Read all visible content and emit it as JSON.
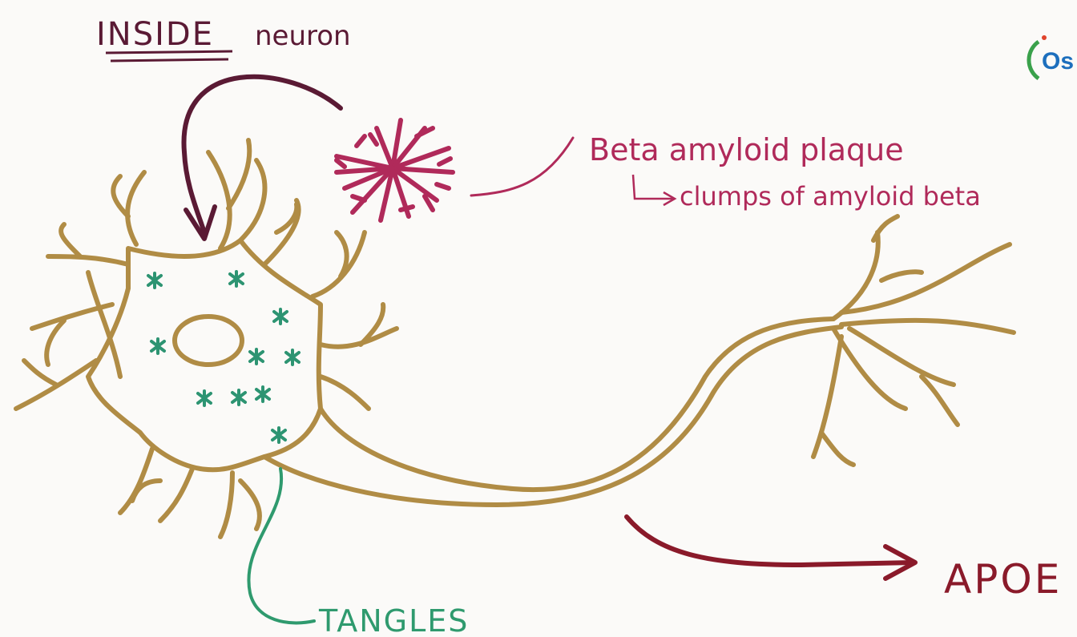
{
  "labels": {
    "inside_strong": "INSIDE",
    "inside_rest": "neuron",
    "plaque_title": "Beta amyloid plaque",
    "plaque_sub": "clumps of amyloid beta",
    "tangles": "TANGLES",
    "apoe": "APOE"
  },
  "logo": {
    "text": "Os"
  },
  "colors": {
    "neuron": "#b08c45",
    "plaque": "#b02a5a",
    "tangles": "#2d9472",
    "inside": "#5a1a34",
    "apoe": "#8a1a2a"
  }
}
